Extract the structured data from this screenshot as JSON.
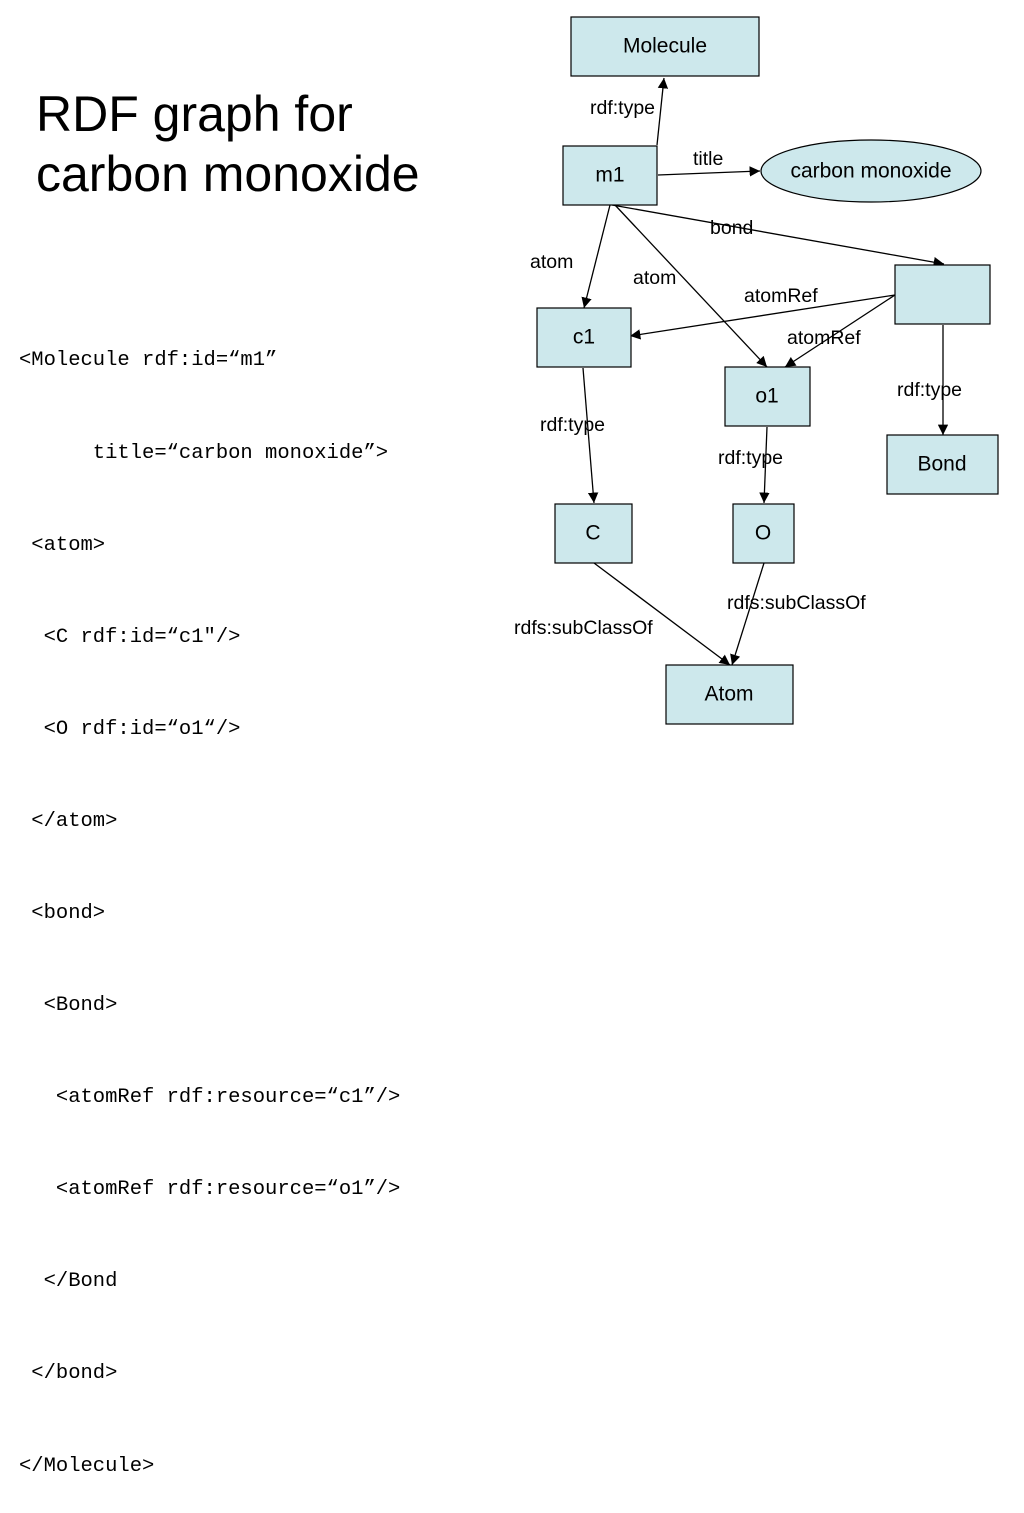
{
  "slide": {
    "title_lines": [
      "RDF graph for",
      "carbon monoxide"
    ],
    "code_lines": [
      "<Molecule rdf:id=“m1”",
      "      title=“carbon monoxide”>",
      " <atom>",
      "  <C rdf:id=“c1\"/>",
      "  <O rdf:id=“o1“/>",
      " </atom>",
      " <bond>",
      "  <Bond>",
      "   <atomRef rdf:resource=“c1”/>",
      "   <atomRef rdf:resource=“o1”/>",
      "  </Bond",
      " </bond>",
      "</Molecule>"
    ]
  },
  "graph": {
    "nodes": {
      "molecule": "Molecule",
      "m1": "m1",
      "carbon_monoxide": "carbon monoxide",
      "bond_blank": "",
      "c1": "c1",
      "o1": "o1",
      "bond_class": "Bond",
      "c_class": "C",
      "o_class": "O",
      "atom_class": "Atom"
    },
    "edges": {
      "m1_type": "rdf:type",
      "m1_title": "title",
      "m1_bond": "bond",
      "m1_atom_c1": "atom",
      "m1_atom_o1": "atom",
      "bond_atomref_c1": "atomRef",
      "bond_atomref_o1": "atomRef",
      "bond_type": "rdf:type",
      "c1_type": "rdf:type",
      "o1_type": "rdf:type",
      "c_subclass": "rdfs:subClassOf",
      "o_subclass": "rdfs:subClassOf"
    }
  },
  "colors": {
    "node_fill": "#cde8ec",
    "stroke": "#000000"
  }
}
